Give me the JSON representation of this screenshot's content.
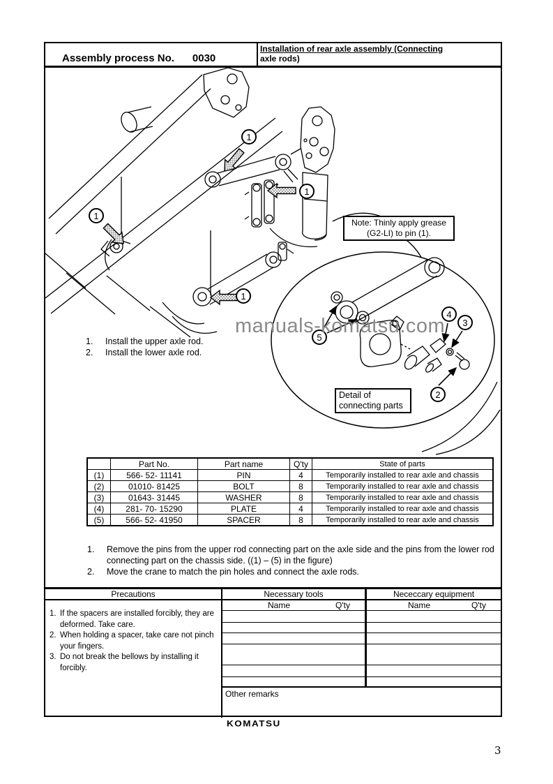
{
  "page": {
    "number": "3"
  },
  "header": {
    "title_left_label": "Assembly process No.",
    "title_left_no": "0030",
    "title_right_line1": "Installation of rear axle assembly (Connecting",
    "title_right_line2": "axle rods)"
  },
  "figure": {
    "note_line1": "Note: Thinly apply grease",
    "note_line2": "(G2-LI) to pin (1).",
    "watermark": "manuals-komatsu.com",
    "steps": [
      {
        "num": "1.",
        "text": "Install the upper axle rod."
      },
      {
        "num": "2.",
        "text": "Install the lower axle rod."
      }
    ],
    "detail_label_line1": "Detail of",
    "detail_label_line2": "connecting parts",
    "callouts": {
      "c1": "1",
      "c2": "2",
      "c3": "3",
      "c4": "4",
      "c5": "5"
    }
  },
  "parts_table": {
    "headers": {
      "ref": "",
      "part_no": "Part No.",
      "part_name": "Part name",
      "qty": "Q'ty",
      "state": "State of parts"
    },
    "rows": [
      {
        "ref": "(1)",
        "part_no": "566- 52- 11141",
        "part_name": "PIN",
        "qty": "4",
        "state": "Temporarily installed to rear axle and chassis"
      },
      {
        "ref": "(2)",
        "part_no": "01010- 81425",
        "part_name": "BOLT",
        "qty": "8",
        "state": "Temporarily installed to rear axle and chassis"
      },
      {
        "ref": "(3)",
        "part_no": "01643- 31445",
        "part_name": "WASHER",
        "qty": "8",
        "state": "Temporarily installed to rear axle and chassis"
      },
      {
        "ref": "(4)",
        "part_no": "281- 70- 15290",
        "part_name": "PLATE",
        "qty": "4",
        "state": "Temporarily installed to rear axle and chassis"
      },
      {
        "ref": "(5)",
        "part_no": "566- 52- 41950",
        "part_name": "SPACER",
        "qty": "8",
        "state": "Temporarily installed to rear axle and chassis"
      }
    ]
  },
  "instructions": [
    {
      "num": "1.",
      "text": "Remove the pins from the upper rod connecting part on the axle side and the pins from the lower rod connecting part on the chassis side.  ((1) – (5) in the figure)"
    },
    {
      "num": "2.",
      "text": "Move the crane to match the pin holes and connect the axle rods."
    }
  ],
  "bottom_table": {
    "precautions_header": "Precautions",
    "tools_header": "Necessary tools",
    "equipment_header": "Nececcary equipment",
    "name_label": "Name",
    "qty_label": "Q'ty",
    "precautions": [
      {
        "num": "1.",
        "text": "If the spacers are installed forcibly, they are deformed. Take care."
      },
      {
        "num": "2.",
        "text": "When holding a spacer, take care not pinch your fingers."
      },
      {
        "num": "3.",
        "text": "Do not break the bellows by installing it forcibly."
      }
    ],
    "other_remarks_label": "Other remarks"
  },
  "footer": {
    "logo": "KOMATSU"
  }
}
